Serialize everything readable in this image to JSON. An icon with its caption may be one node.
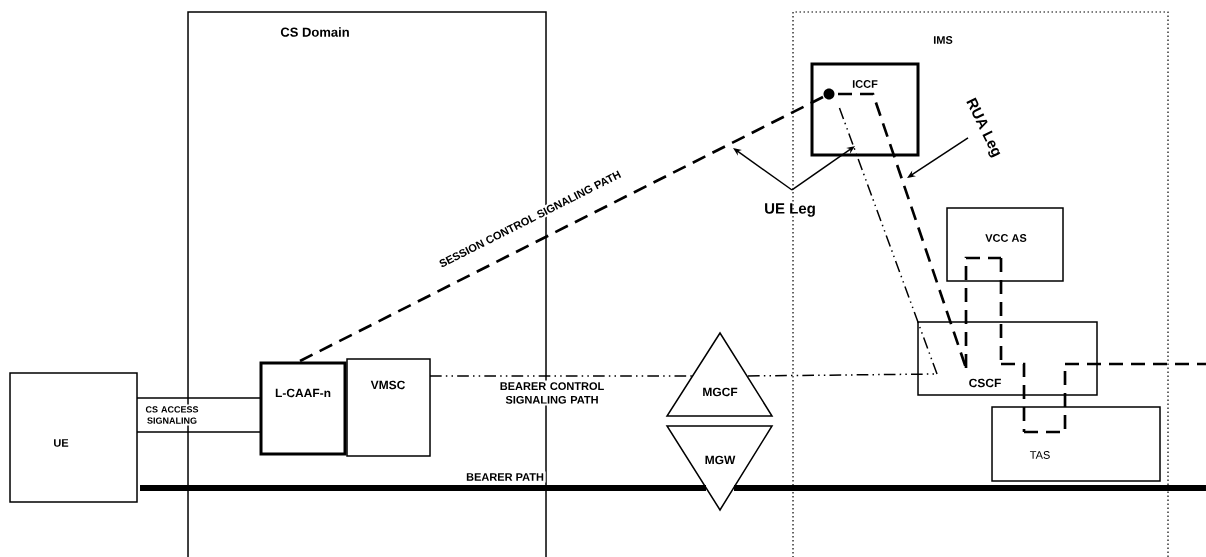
{
  "diagram": {
    "nodes": [
      {
        "text": [
          "CS Domain"
        ]
      },
      {
        "text": [
          "IMS"
        ]
      },
      {
        "text": [
          "UE"
        ]
      },
      {
        "text": [
          "L-CAAF-n"
        ],
        "in": 0
      },
      {
        "text": [
          "VMSC"
        ],
        "in": 0
      },
      {
        "text": [
          "MGCF"
        ]
      },
      {
        "text": [
          "MGW"
        ]
      },
      {
        "text": [
          "ICCF"
        ],
        "in": 1
      },
      {
        "text": [
          "VCC AS"
        ],
        "in": 1
      },
      {
        "text": [
          "CSCF"
        ],
        "in": 1
      },
      {
        "text": [
          "TAS"
        ],
        "in": 1
      },
      {
        "text": [
          "UE Leg"
        ]
      },
      {
        "text": [
          "RUA Leg"
        ],
        "in": 1
      }
    ],
    "edges": [
      {
        "from": 2,
        "to": 3,
        "arrow": "none",
        "label": "CS ACCESS SIGNALING"
      },
      {
        "from": 2,
        "to": 3,
        "arrow": "none"
      },
      {
        "from": 3,
        "to": 7,
        "arrow": "none",
        "style": "dashed",
        "label": "SESSION CONTROL SIGNALING PATH"
      },
      {
        "from": 7,
        "to": 9,
        "arrow": "none",
        "style": "dashed"
      },
      {
        "from": 4,
        "to": 5,
        "arrow": "none",
        "style": "dashed",
        "label": "BEARER CONTROL SIGNALING PATH"
      },
      {
        "from": 5,
        "to": 9,
        "arrow": "none",
        "style": "dashed"
      },
      {
        "from": 9,
        "to": 7,
        "arrow": "none",
        "style": "dashed"
      },
      {
        "from": 9,
        "to": 8,
        "arrow": "none",
        "style": "dashed"
      },
      {
        "from": 8,
        "to": 9,
        "arrow": "none",
        "style": "dashed"
      },
      {
        "from": 9,
        "to": 10,
        "arrow": "none",
        "style": "dashed"
      },
      {
        "from": 10,
        "to": 9,
        "arrow": "none",
        "style": "dashed"
      },
      {
        "from": 9,
        "to": null,
        "arrow": "none",
        "style": "dashed"
      },
      {
        "from": 2,
        "to": 6,
        "arrow": "none",
        "style": "thick",
        "label": "BEARER PATH"
      },
      {
        "from": 6,
        "to": null,
        "arrow": "none",
        "style": "thick"
      },
      {
        "from": 11,
        "to": null,
        "arrow": "to"
      },
      {
        "from": 11,
        "to": 7,
        "arrow": "to"
      },
      {
        "from": 12,
        "to": null,
        "arrow": "to"
      }
    ]
  }
}
